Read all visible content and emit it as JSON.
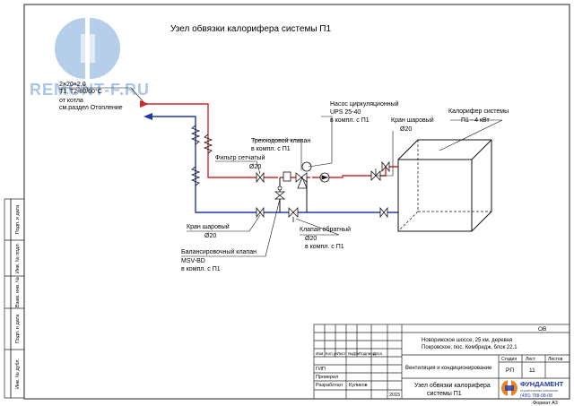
{
  "drawing": {
    "title": "Узел обвязки калорифера системы  П1",
    "watermark": "REMONT-F.RU",
    "labels": {
      "heat_source_1": "2×20×2,0",
      "heat_source_2": "T1, T2-80/60°С",
      "heat_source_3": "от котла",
      "heat_source_4": "см.раздел Отопление",
      "pump_1": "Насос циркуляционный",
      "pump_2": "UPS 25-40",
      "pump_3": "в компл. с П1",
      "valve3_1": "Трехходовой клапан",
      "valve3_2": "в компл. с П1",
      "filter_1": "Фильтр сетчатый",
      "filter_2": "Ø20",
      "ball_top_1": "Кран шаровый",
      "ball_top_2": "Ø20",
      "heater_1": "Калорифер системы",
      "heater_2": "П1 - 4 кВт",
      "ball_bottom_1": "Кран шаровый",
      "ball_bottom_2": "Ø20",
      "check_1": "Клапан обратный",
      "check_2": "Ø20",
      "check_3": "в компл. с П1",
      "balance_1": "Балансировочный клапан",
      "balance_2": "MSV-BD",
      "balance_3": "в компл. с П1"
    }
  },
  "side_stamp": [
    "Подп. и дата",
    "Инв. № подл.",
    "Взам. инв. №",
    "Подп. и дата",
    "Инв. № дубл."
  ],
  "title_block": {
    "code": "ОВ",
    "address_1": "Новорижское шоссе, 25 км, деревня",
    "address_2": "Покровское, пос. Кембридж, блок 22.1",
    "col_headers": [
      "Изм",
      "Кол.уч",
      "Лист",
      "№Док",
      "Подпись",
      "Дата"
    ],
    "roles": [
      "ГИП",
      "Проверил",
      "Разработал"
    ],
    "developer": "Куликов",
    "section": "Вентиляция и кондиционирование",
    "stage_header": "Стадия",
    "sheet_header": "Лист",
    "sheets_header": "Листов",
    "stage": "РП",
    "sheet": "11",
    "sheet_title_1": "Узел обвязки калорифера",
    "sheet_title_2": "системы  П1",
    "year": "2015",
    "company": "ФУНДАМЕНТ",
    "company_sub": "строительная компания",
    "phone": "(495) 788-08-08",
    "format": "Формат  А3"
  },
  "colors": {
    "supply": "#d22a2a",
    "return": "#1e3aa8",
    "line": "#111111",
    "watermark": "#a9c6e6"
  }
}
